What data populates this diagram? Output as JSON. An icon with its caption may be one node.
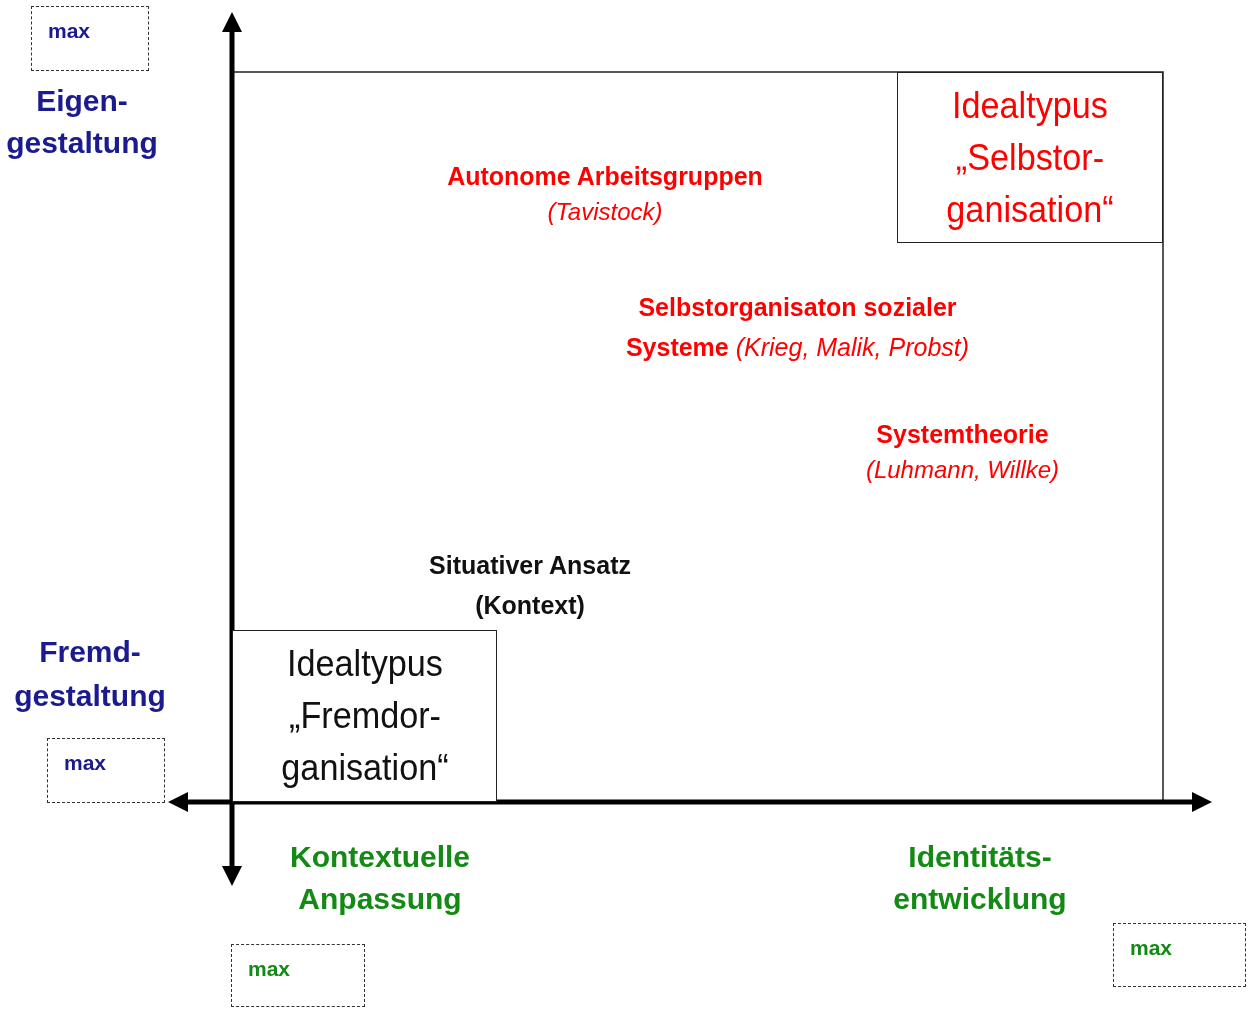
{
  "diagram": {
    "nodes": [
      {
        "text": [
          "max"
        ]
      },
      {
        "text": [
          "max"
        ]
      },
      {
        "text": [
          "max"
        ]
      },
      {
        "text": [
          "max"
        ]
      },
      {
        "text": [
          "Idealtypus „Selbstor- ganisation“"
        ]
      },
      {
        "text": [
          "Idealtypus „Fremdor- ganisation“"
        ]
      }
    ],
    "labels": [
      "Eigen- gestaltung",
      "Autonome Arbeitsgruppen",
      "(Tavistock)",
      "Selbstorganisaton sozialer Systeme *(Krieg, Malik, Probst)*",
      "Systemtheorie",
      "(Luhmann, Willke)",
      "Situativer Ansatz (Kontext)",
      "Fremd- gestaltung",
      "Kontextuelle Anpassung",
      "Identitäts- entwicklung"
    ]
  }
}
